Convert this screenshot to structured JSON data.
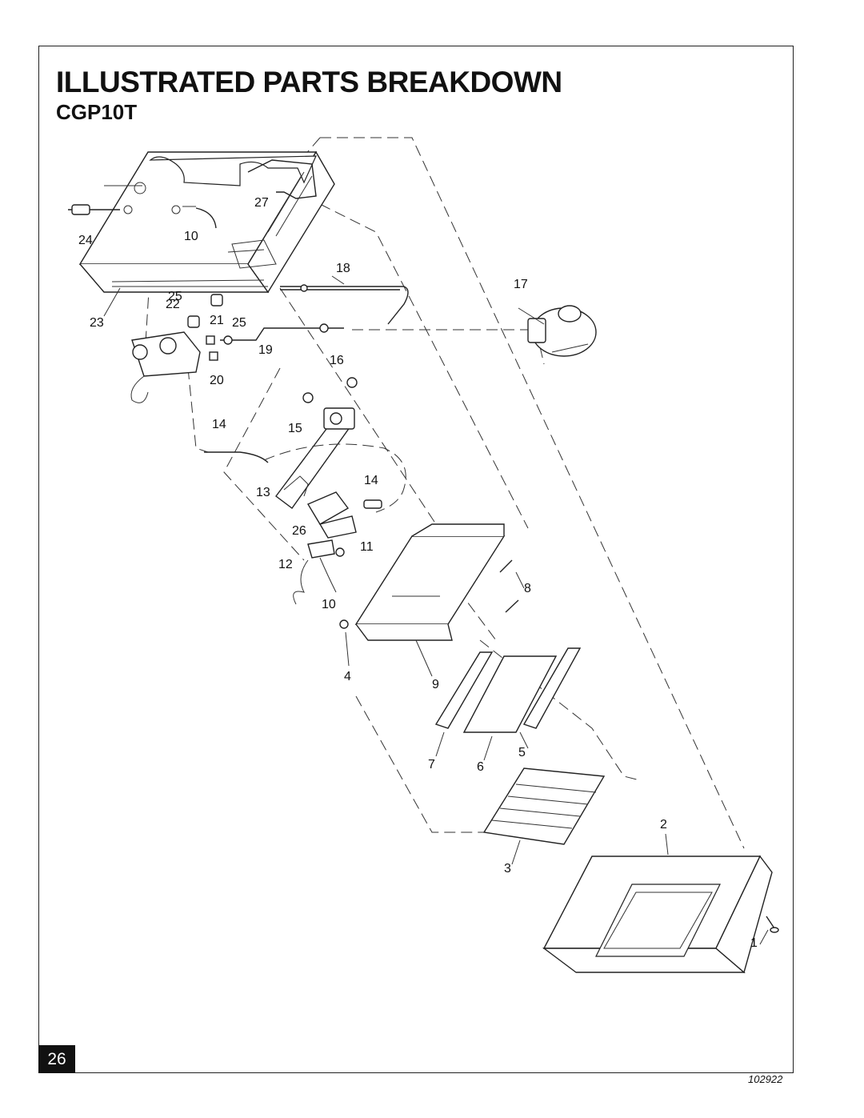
{
  "page": {
    "title": "ILLUSTRATED PARTS BREAKDOWN",
    "model": "CGP10T",
    "page_number": "26",
    "figure_number": "102922"
  },
  "parts": {
    "p1": "1",
    "p2": "2",
    "p3": "3",
    "p4": "4",
    "p5": "5",
    "p6": "6",
    "p7": "7",
    "p8": "8",
    "p9": "9",
    "p10a": "10",
    "p10b": "10",
    "p11": "11",
    "p12": "12",
    "p13": "13",
    "p14a": "14",
    "p14b": "14",
    "p15": "15",
    "p16": "16",
    "p17": "17",
    "p18": "18",
    "p19": "19",
    "p20": "20",
    "p21": "21",
    "p22": "22",
    "p23": "23",
    "p24": "24",
    "p25a": "25",
    "p25b": "25",
    "p26": "26",
    "p27": "27"
  }
}
